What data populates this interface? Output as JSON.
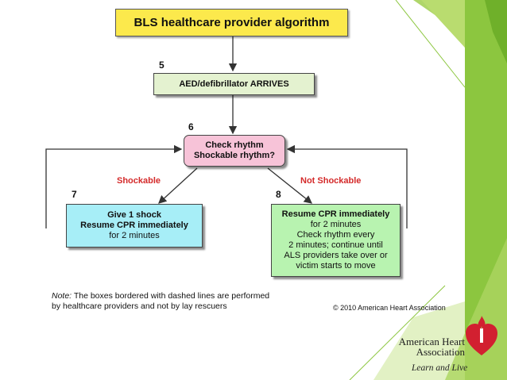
{
  "title": "BLS healthcare provider algorithm",
  "steps": {
    "s5": {
      "number": "5",
      "text": "AED/defibrillator ARRIVES"
    },
    "s6": {
      "number": "6",
      "line1": "Check rhythm",
      "line2": "Shockable rhythm?"
    },
    "s7": {
      "number": "7",
      "line1": "Give 1 shock",
      "line2": "Resume CPR immediately",
      "line3": "for 2 minutes"
    },
    "s8": {
      "number": "8",
      "line1": "Resume CPR immediately",
      "line2": "for 2 minutes",
      "line3": "Check rhythm every",
      "line4": "2 minutes; continue until",
      "line5": "ALS providers take over or",
      "line6": "victim starts to move"
    }
  },
  "branches": {
    "left": "Shockable",
    "right": "Not Shockable"
  },
  "note": {
    "label": "Note:",
    "text": " The boxes bordered with dashed lines are performed",
    "text2": "by healthcare providers and not by lay rescuers"
  },
  "copyright": "© 2010 American Heart Association",
  "logo": {
    "line1": "American Heart",
    "line2": "Association",
    "tagline": "Learn and Live",
    "icon": "heart-torch-icon"
  },
  "colors": {
    "title_bg": "#fce94c",
    "step5_bg": "#e4f2d0",
    "step6_bg": "#f7c3d8",
    "step7_bg": "#a7eef7",
    "step8_bg": "#b8f3b0",
    "branch_text": "#d42a2a",
    "green": "#8cc63f"
  }
}
